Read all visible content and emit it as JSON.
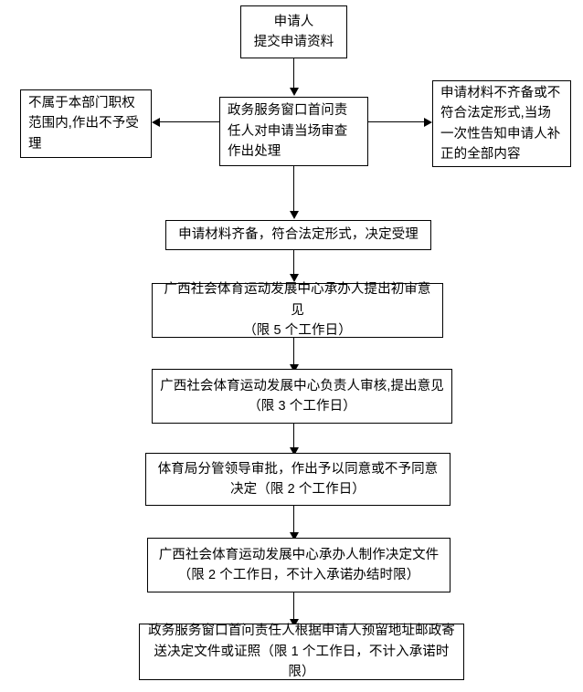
{
  "diagram": {
    "type": "flowchart",
    "orientation": "top-to-bottom",
    "background_color": "#ffffff",
    "line_color": "#000000",
    "text_color": "#000000",
    "nodes": [
      {
        "id": "applicant",
        "text": "申请人\n提交申请资料"
      },
      {
        "id": "window-review",
        "text": "政务服务窗口首问责任人对申请当场审查作出处理"
      },
      {
        "id": "not-in-scope",
        "text": "不属于本部门职权范围内,作出不予受理"
      },
      {
        "id": "incomplete-materials",
        "text": "申请材料不齐备或不符合法定形式,当场一次性告知申请人补正的全部内容"
      },
      {
        "id": "accept",
        "text": "申请材料齐备，符合法定形式，决定受理"
      },
      {
        "id": "first-review",
        "text": "广西社会体育运动发展中心承办人提出初审意见\n（限 5 个工作日）"
      },
      {
        "id": "center-head-review",
        "text": "广西社会体育运动发展中心负责人审核,提出意见\n（限 3 个工作日）"
      },
      {
        "id": "bureau-approval",
        "text": "体育局分管领导审批，作出予以同意或不予同意决定（限 2 个工作日）"
      },
      {
        "id": "make-document",
        "text": "广西社会体育运动发展中心承办人制作决定文件\n（限 2 个工作日，不计入承诺办结时限）"
      },
      {
        "id": "mail-document",
        "text": "政务服务窗口首问责任人根据申请人预留地址邮政寄送决定文件或证照（限 1 个工作日，不计入承诺时限）"
      }
    ],
    "edges": [
      {
        "id": "applicant-to-window",
        "from": "applicant",
        "to": "window-review",
        "direction": "down"
      },
      {
        "id": "window-to-not-in-scope",
        "from": "window-review",
        "to": "not-in-scope",
        "direction": "left"
      },
      {
        "id": "window-to-incomplete",
        "from": "window-review",
        "to": "incomplete-materials",
        "direction": "right"
      },
      {
        "id": "window-to-accept",
        "from": "window-review",
        "to": "accept",
        "direction": "down"
      },
      {
        "id": "accept-to-first-review",
        "from": "accept",
        "to": "first-review",
        "direction": "down"
      },
      {
        "id": "first-review-to-head",
        "from": "first-review",
        "to": "center-head-review",
        "direction": "down"
      },
      {
        "id": "head-to-bureau",
        "from": "center-head-review",
        "to": "bureau-approval",
        "direction": "down"
      },
      {
        "id": "bureau-to-document",
        "from": "bureau-approval",
        "to": "make-document",
        "direction": "down"
      },
      {
        "id": "document-to-mail",
        "from": "make-document",
        "to": "mail-document",
        "direction": "down"
      }
    ]
  }
}
